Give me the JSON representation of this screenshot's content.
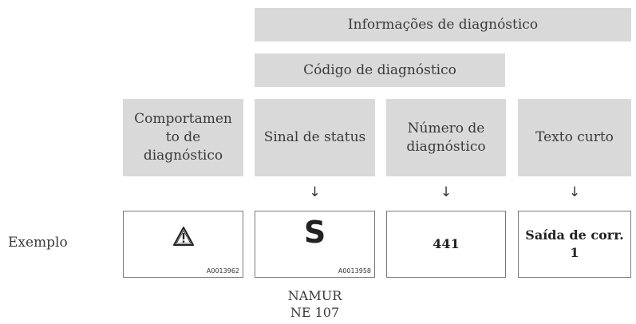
{
  "header": {
    "info_title": "Informações de diagnóstico",
    "code_title": "Código de diagnóstico"
  },
  "columns": {
    "behavior": "Comportamen\nto de\ndiagnóstico",
    "status_signal": "Sinal de status",
    "diag_number": "Número de\ndiagnóstico",
    "short_text": "Texto curto"
  },
  "arrow_glyph": "↓",
  "example": {
    "label": "Exemplo",
    "behavior_ref": "A0013962",
    "status_symbol": "S",
    "status_ref": "A0013958",
    "number": "441",
    "short_text": "Saída de corr.\n1"
  },
  "footnote": "NAMUR\nNE 107",
  "colors": {
    "header_fill": "#d9d9d9",
    "border": "#7a7a7a"
  }
}
